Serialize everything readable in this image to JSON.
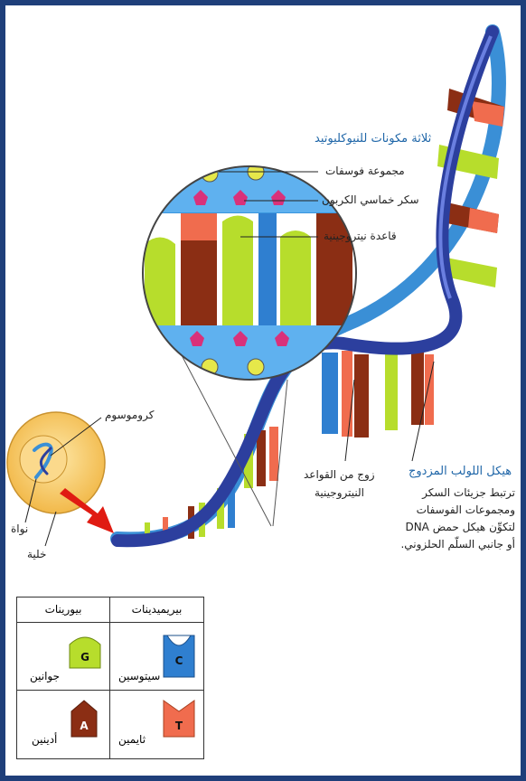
{
  "title": "ثلاثة مكونات للنيوكليوتيد",
  "callouts": {
    "phosphate": "مجموعة فوسفات",
    "sugar": "سكر خماسي الكربون",
    "base": "قاعدة نيتروجينية",
    "chromosome": "كروموسوم",
    "nucleus": "نواة",
    "cell": "خلية",
    "base_pair_line1": "زوج من القواعد",
    "base_pair_line2": "النيتروجينية",
    "backbone_title": "هيكل اللولب المزدوج",
    "backbone_desc": "ترتبط جزيئات السكر ومجموعات الفوسفات لتكوِّن هيكل حمض DNA أو جانبي السلّم الحلزوني."
  },
  "legend": {
    "purines_header": "بيورينات",
    "pyrimidines_header": "بيريميدينات",
    "guanine": {
      "letter": "G",
      "name": "جوانين"
    },
    "cytosine": {
      "letter": "C",
      "name": "سيتوسين"
    },
    "adenine": {
      "letter": "A",
      "name": "أدينين"
    },
    "thymine": {
      "letter": "T",
      "name": "ثايمين"
    }
  },
  "colors": {
    "frame": "#1f3f7a",
    "backbone_dark": "#2c3f9e",
    "backbone_light": "#3a8fd6",
    "phosphate": "#e6e84a",
    "sugar": "#d9317a",
    "guanine": "#b7dd2c",
    "cytosine": "#2f7fd0",
    "adenine": "#8b2e14",
    "thymine": "#f06c4e",
    "cell": "#f7c76a",
    "label_blue": "#1f66a8"
  }
}
